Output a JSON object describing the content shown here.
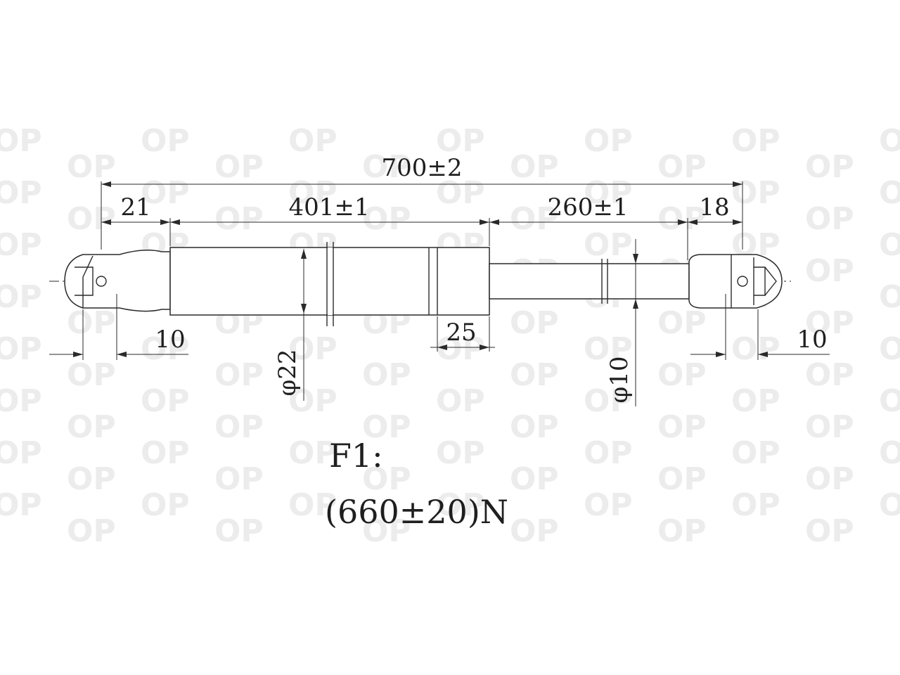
{
  "dimensions": {
    "overall_length": "700±2",
    "body_length": "401±1",
    "rod_length": "260±1",
    "left_end_length": "21",
    "right_end_length": "18",
    "left_eye_width": "10",
    "right_eye_width": "10",
    "tube_end_length": "25",
    "body_diameter": "φ22",
    "rod_diameter": "φ10"
  },
  "force": {
    "label": "F1:",
    "value": "(660±20)N"
  },
  "watermark": {
    "text": "OP"
  }
}
